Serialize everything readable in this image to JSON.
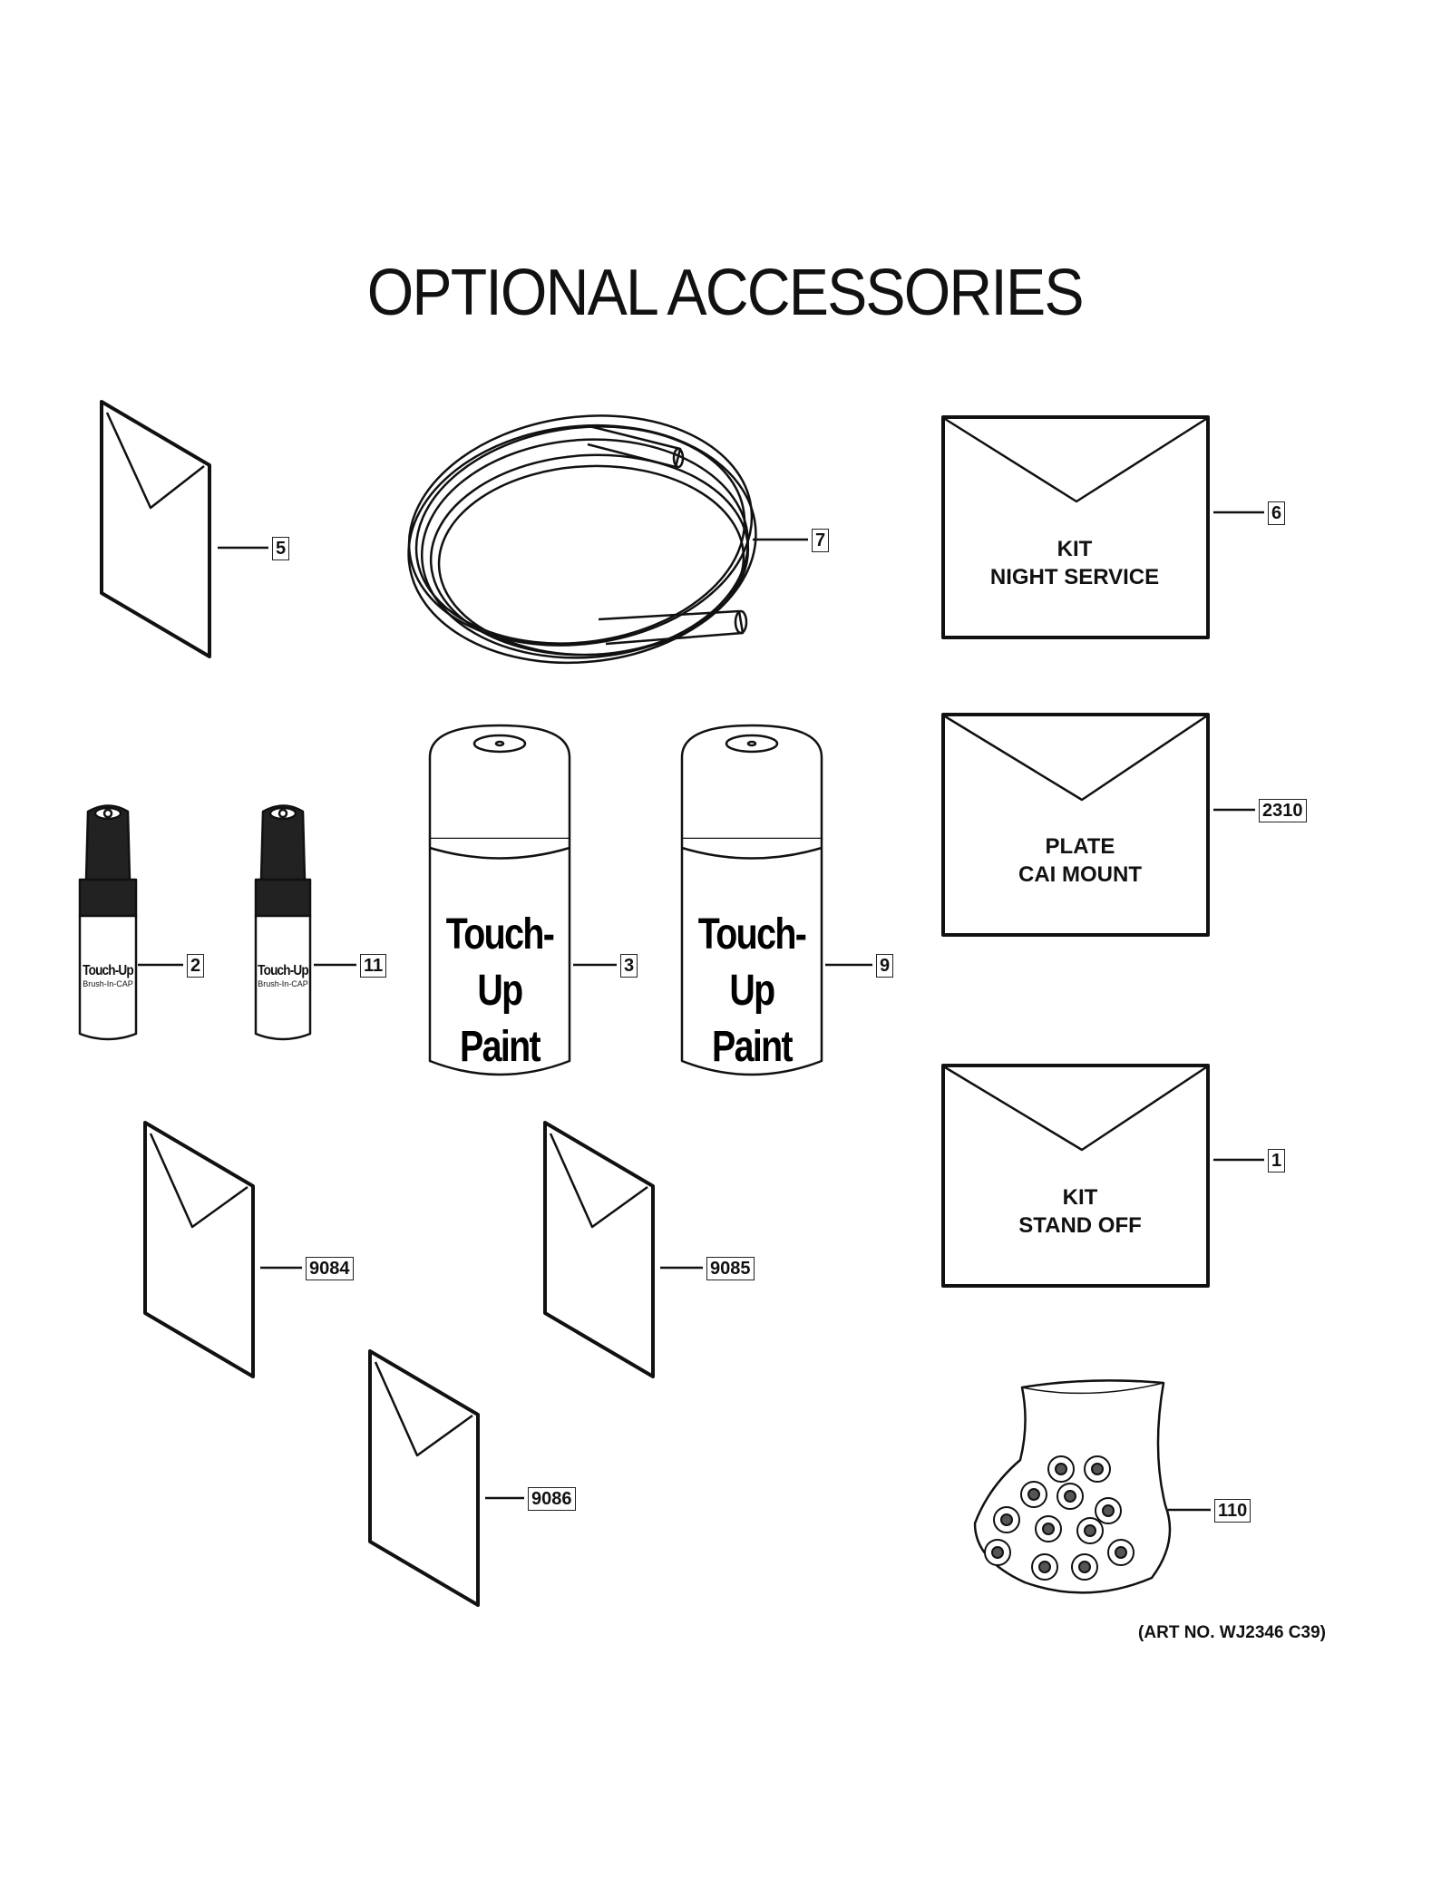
{
  "title": "OPTIONAL ACCESSORIES",
  "callouts": {
    "c5": "5",
    "c7": "7",
    "c6": "6",
    "c2310": "2310",
    "c2": "2",
    "c11": "11",
    "c3": "3",
    "c9": "9",
    "c1": "1",
    "c9084": "9084",
    "c9085": "9085",
    "c9086": "9086",
    "c110": "110"
  },
  "kits": {
    "night_service": {
      "line1": "KIT",
      "line2": "NIGHT SERVICE"
    },
    "cai_mount": {
      "line1": "PLATE",
      "line2": "CAI MOUNT"
    },
    "stand_off": {
      "line1": "KIT",
      "line2": "STAND OFF"
    }
  },
  "spray_can": {
    "line1": "Touch-Up",
    "line2": "Paint"
  },
  "pen": {
    "main": "Touch-Up",
    "sub": "Brush-In-CAP"
  },
  "art_no": "(ART NO. WJ2346 C39)"
}
